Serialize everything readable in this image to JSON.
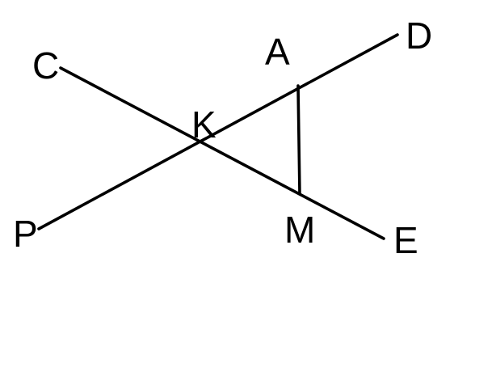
{
  "diagram": {
    "colors": {
      "background": "#ffffff",
      "ink": "#000000"
    },
    "points": {
      "C": {
        "label": "C"
      },
      "D": {
        "label": "D"
      },
      "A": {
        "label": "A"
      },
      "K": {
        "label": "K"
      },
      "P": {
        "label": "P"
      },
      "M": {
        "label": "M"
      },
      "E": {
        "label": "E"
      }
    },
    "segments": [
      {
        "from": "P",
        "to": "D"
      },
      {
        "from": "C",
        "to": "E"
      },
      {
        "from": "A",
        "to": "M"
      }
    ]
  }
}
